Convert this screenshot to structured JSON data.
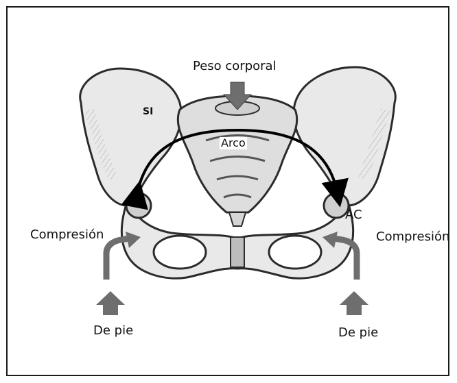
{
  "labels": {
    "body_weight": "Peso corporal",
    "si": "SI",
    "arch": "Arco",
    "ac": "AC",
    "compression_left": "Compresión",
    "compression_right": "Compresión",
    "standing_left": "De pie",
    "standing_right": "De pie"
  },
  "colors": {
    "bone_fill": "#e9e9e9",
    "bone_stroke": "#2b2b2b",
    "bone_shade": "#9a9a9a",
    "arrow_gray": "#6e6e6e",
    "arch_arrow": "#000000",
    "frame": "#1a1a1a"
  }
}
